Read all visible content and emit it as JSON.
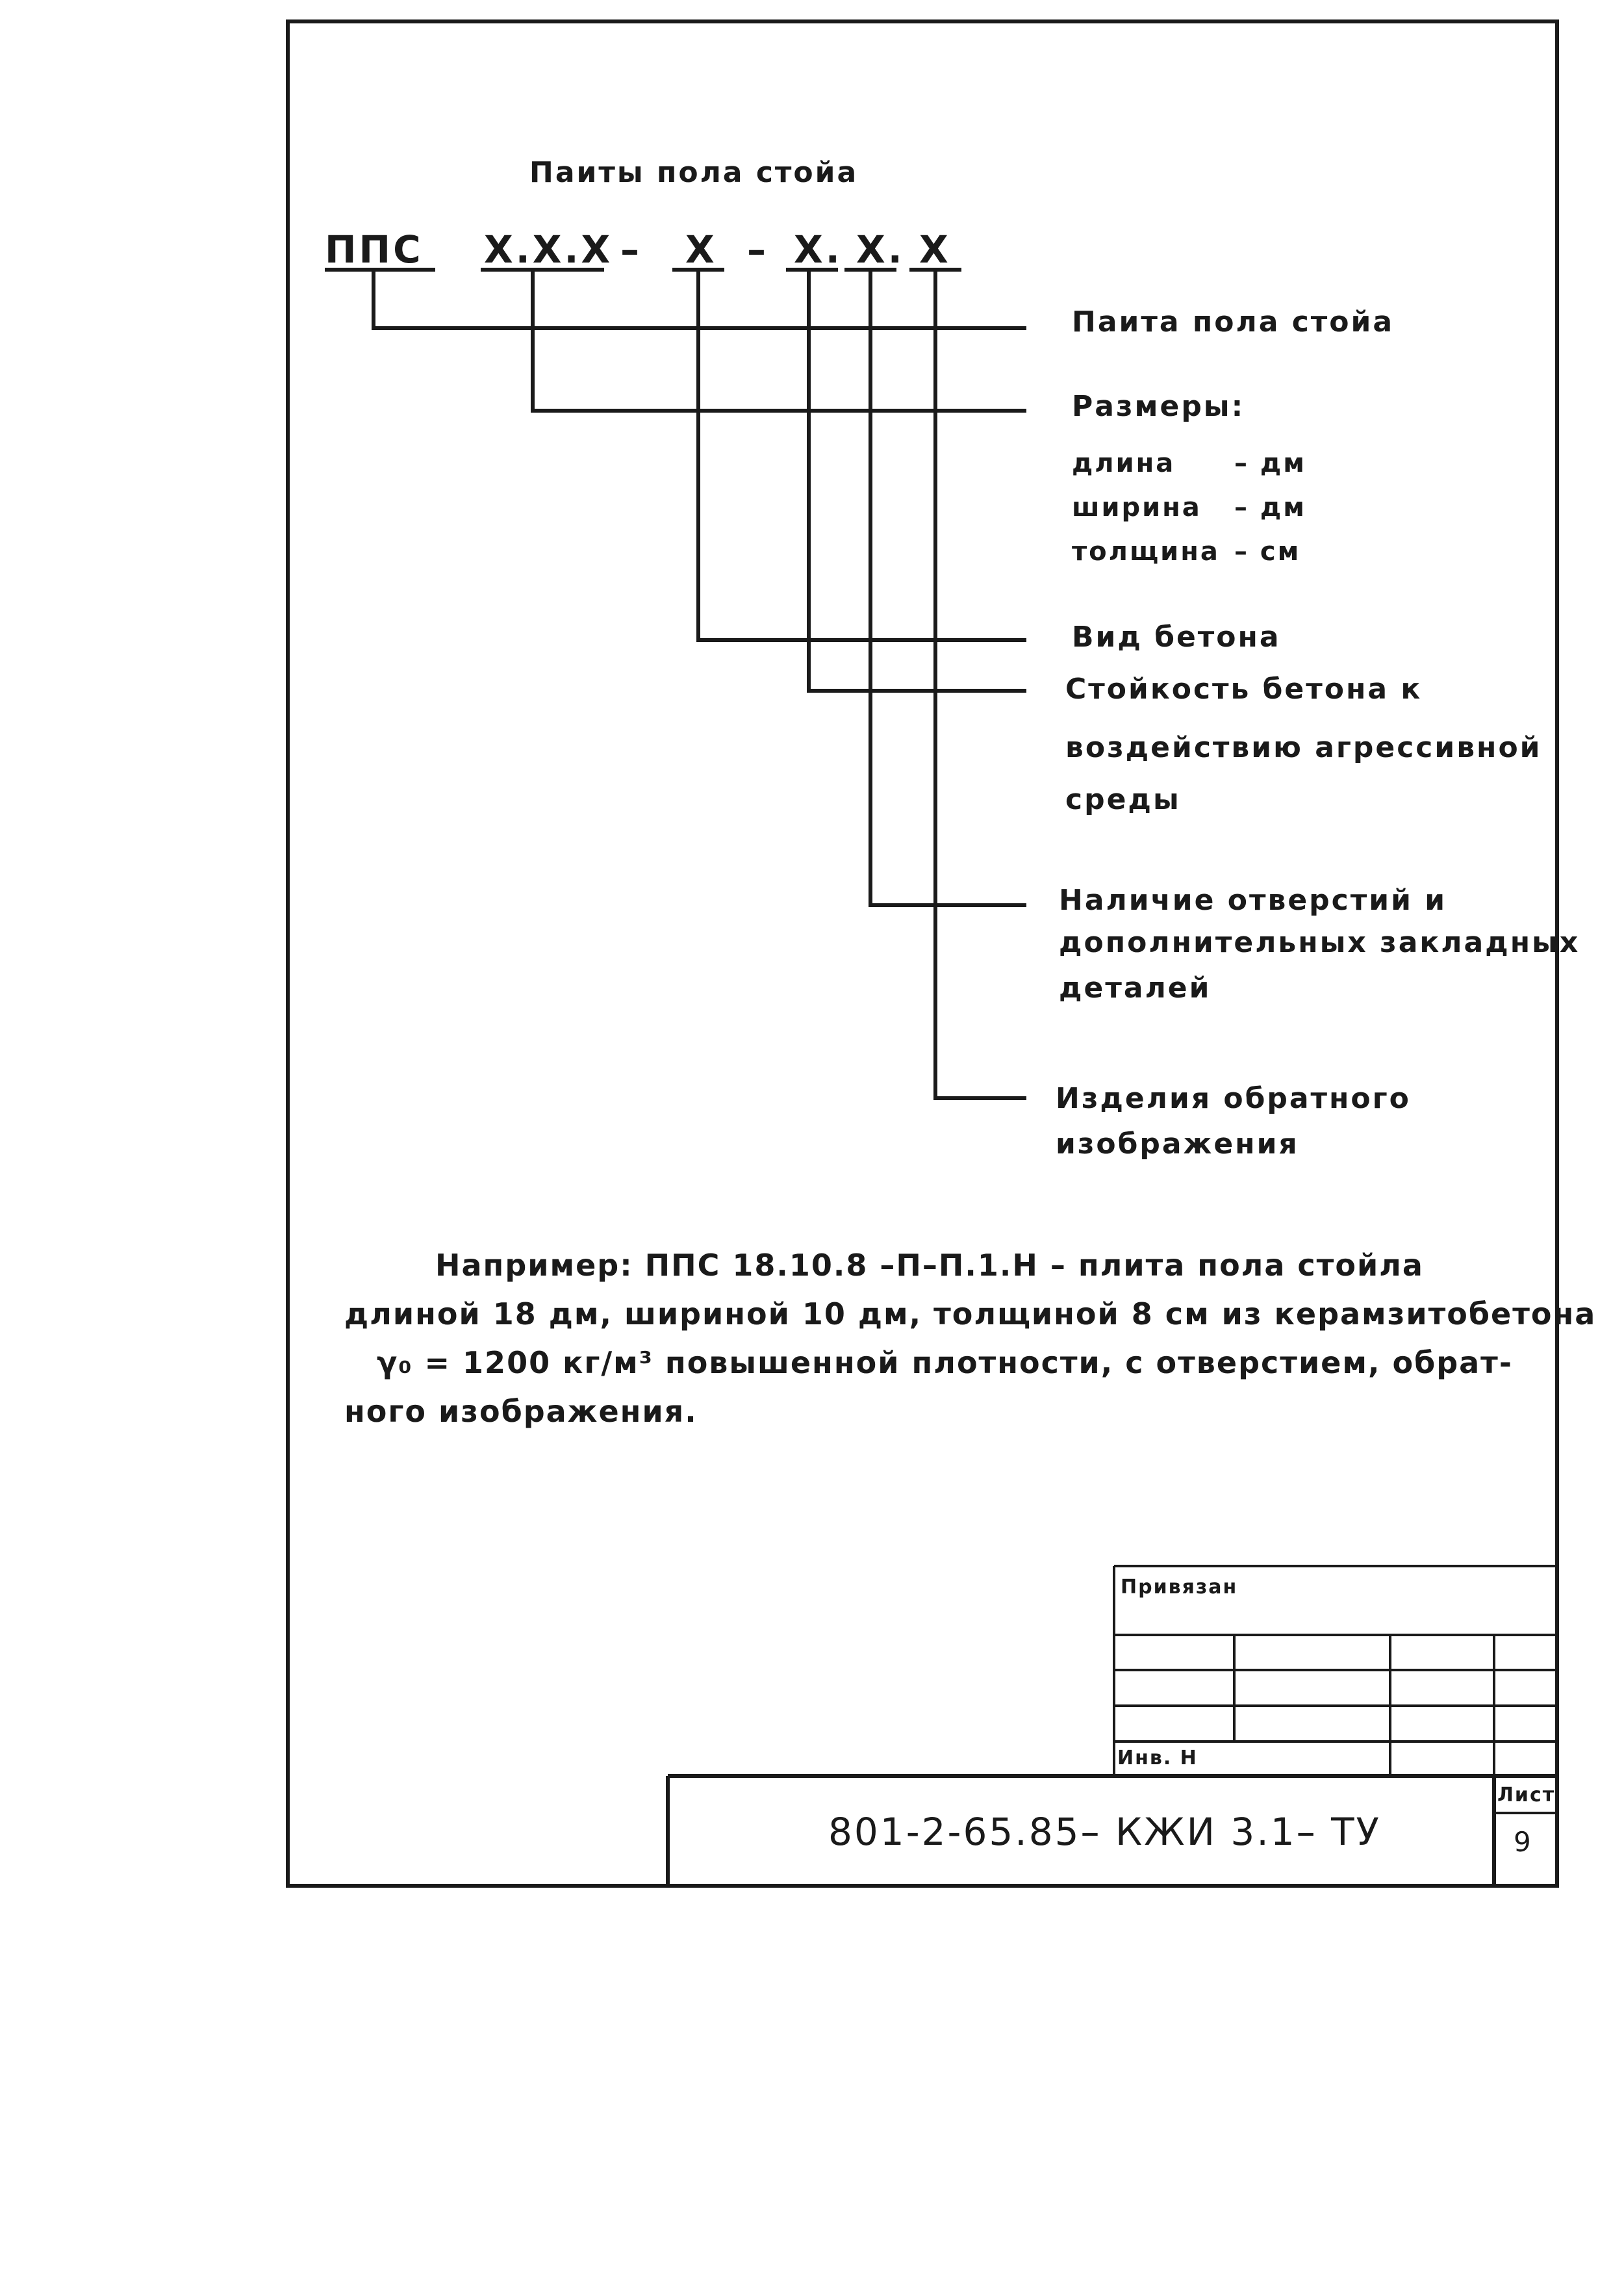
{
  "title": "Паиты пола стойа",
  "code": {
    "prefix": "ППС",
    "parts": [
      "Х.Х.Х",
      "–",
      "Х",
      "–",
      "Х.",
      "Х.",
      "Х"
    ]
  },
  "legend": {
    "item1": "Паита пола стойа",
    "item2_title": "Размеры:",
    "dims": [
      {
        "name": "длина",
        "unit": "– дм"
      },
      {
        "name": "ширина",
        "unit": "– дм"
      },
      {
        "name": "толщина",
        "unit": "– см"
      }
    ],
    "item3": "Вид бетона",
    "item4_lines": [
      "Стойкость бетона к",
      "воздействию агрессивной",
      "среды"
    ],
    "item5_lines": [
      "Наличие отверстий и",
      "дополнительных закладных",
      "деталей"
    ],
    "item6_lines": [
      "Изделия обратного",
      "изображения"
    ]
  },
  "example": {
    "line1": "Например: ППС 18.10.8 –П–П.1.Н – плита пола стойла",
    "line2": "длиной 18 дм, шириной 10 дм, толщиной 8 см из керамзитобетона",
    "line3": "γ₀ = 1200 кг/м³ повышенной плотности, с отверстием, обрат-",
    "line4": "ного изображения."
  },
  "stamp": {
    "attached_label": "Привязан",
    "inv_label": "Инв. Н",
    "doc_number": "801-2-65.85– КЖИ 3.1– ТУ",
    "sheet_label": "Лист",
    "sheet_number": "9"
  }
}
